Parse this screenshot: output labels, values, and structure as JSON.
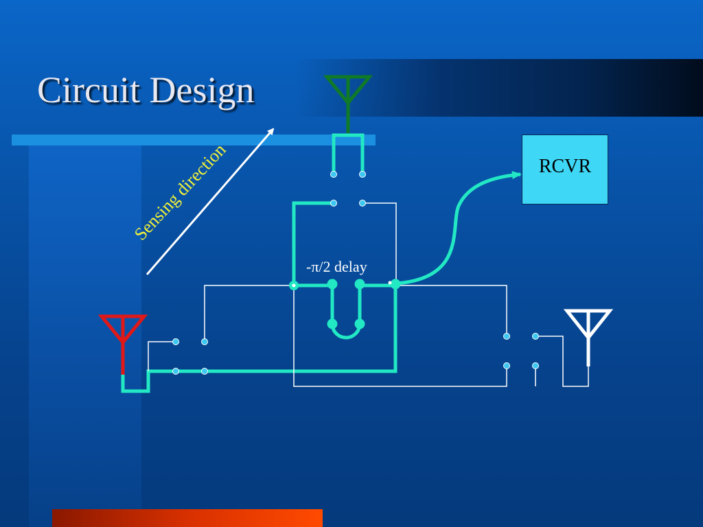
{
  "slide": {
    "title": "Circuit Design"
  },
  "labels": {
    "receiver": "RCVR",
    "delay": "-π/2 delay",
    "direction": "Sensing direction"
  },
  "colors": {
    "background": "#0853a8",
    "trace": "#22e8c4",
    "thin_wire": "#ffffff",
    "node": "#3cc8f0",
    "antenna_top": "#0f7a28",
    "antenna_left": "#e01818",
    "antenna_right": "#ffffff",
    "receiver_box": "#3ed7f5",
    "direction_text": "#f2f23a",
    "accent_bar": "#ff4a00"
  }
}
